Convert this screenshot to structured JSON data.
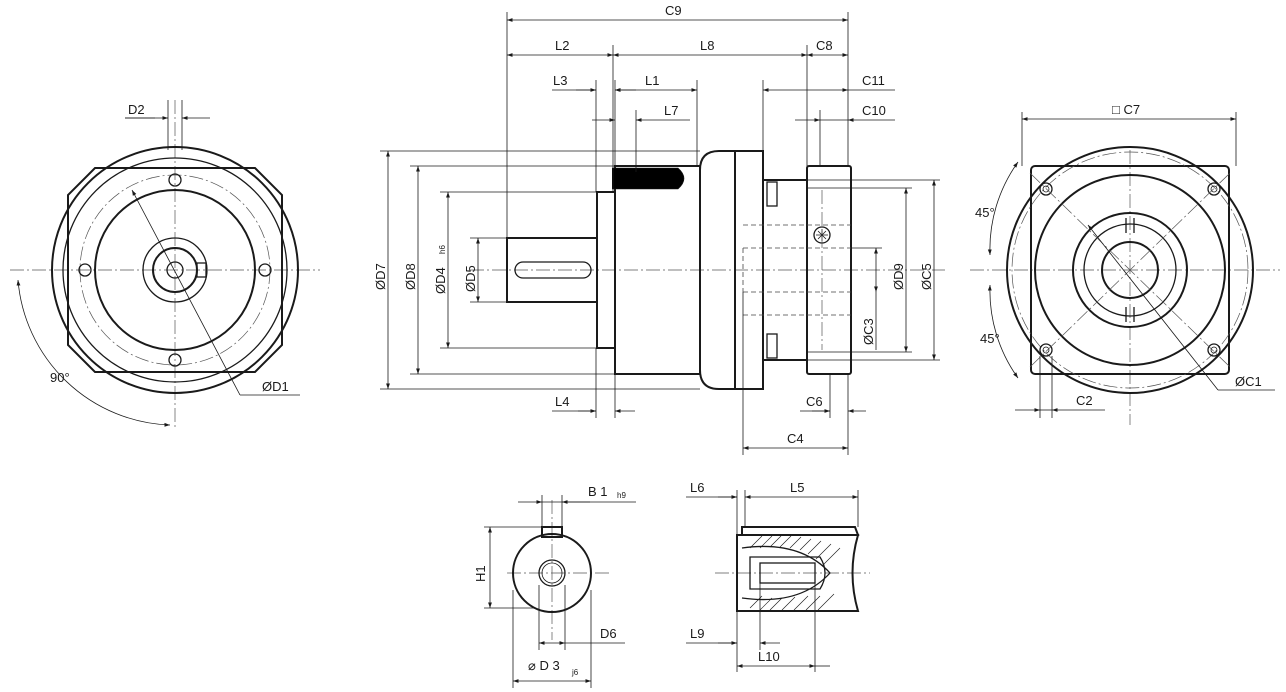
{
  "labels": {
    "d2": "D2",
    "angle90": "90°",
    "d1": "ØD1",
    "c9": "C9",
    "l2": "L2",
    "l8": "L8",
    "c8": "C8",
    "l3": "L3",
    "l1": "L1",
    "c11": "C11",
    "l7": "L7",
    "c10": "C10",
    "d7": "ØD7",
    "d8": "ØD8",
    "d4": "ØD4",
    "d4_tol": "h6",
    "d5": "ØD5",
    "c3": "ØC3",
    "d9": "ØD9",
    "c5": "ØC5",
    "l4": "L4",
    "c6": "C6",
    "c4": "C4",
    "c7": "□ C7",
    "angle45_top": "45°",
    "angle45_bottom": "45°",
    "c1": "ØC1",
    "c2": "C2",
    "b1": "B 1",
    "b1_tol": "h9",
    "h1": "H1",
    "d6": "D6",
    "d3": "⌀ D 3",
    "d3_tol": "j6",
    "l6": "L6",
    "l5": "L5",
    "l9": "L9",
    "l10": "L10"
  }
}
